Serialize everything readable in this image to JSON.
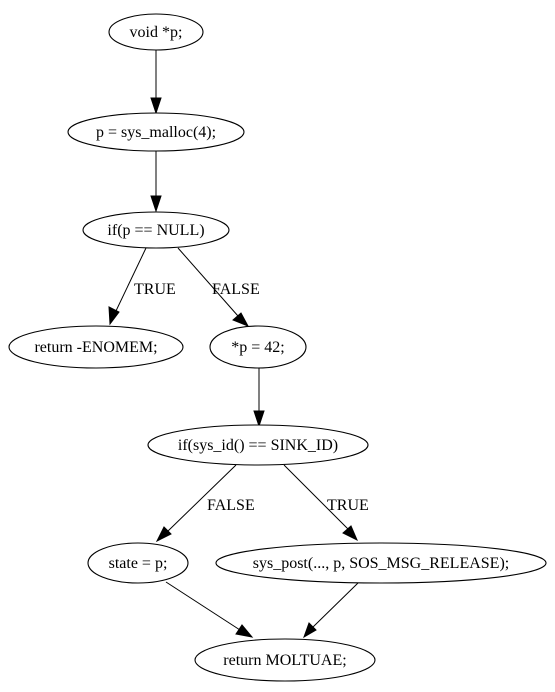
{
  "nodes": {
    "decl": "void *p;",
    "malloc": "p = sys_malloc(4);",
    "if_null": "if(p == NULL)",
    "ret_enomem": "return -ENOMEM;",
    "assign": "*p = 42;",
    "if_sink": "if(sys_id() == SINK_ID)",
    "state": "state = p;",
    "post": "sys_post(..., p, SOS_MSG_RELEASE);",
    "ret_final": "return MOLTUAE;"
  },
  "edge_labels": {
    "null_true": "TRUE",
    "null_false": "FALSE",
    "sink_false": "FALSE",
    "sink_true": "TRUE"
  }
}
